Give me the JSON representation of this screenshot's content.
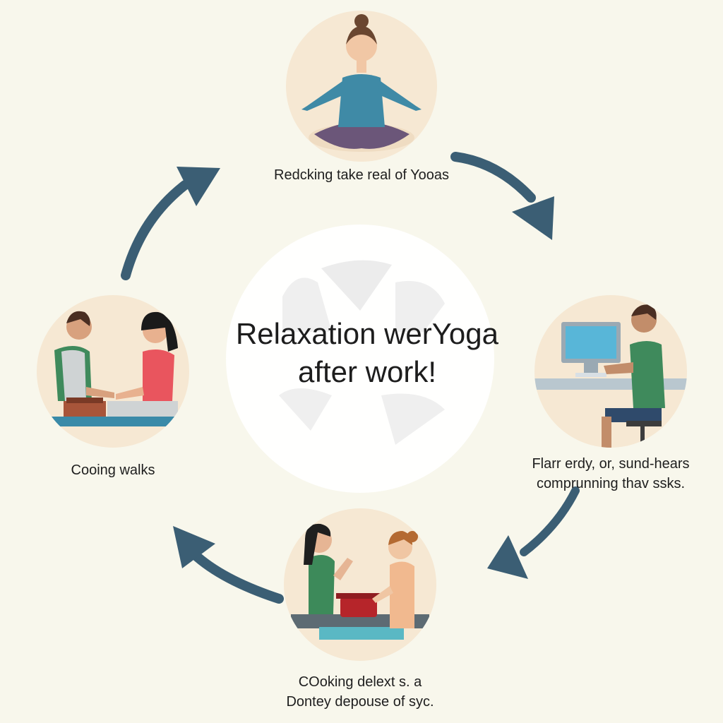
{
  "center": {
    "title_line1": "Relaxation werYoga",
    "title_line2": "after work!"
  },
  "nodes": [
    {
      "id": "yoga",
      "icon": "yoga-meditation-illustration",
      "caption": "Redcking take real of Yooas"
    },
    {
      "id": "computer",
      "icon": "computer-work-illustration",
      "caption_line1": "Flarr erdy, or, sund-hears",
      "caption_line2": "comprunning thav ssks."
    },
    {
      "id": "cooking",
      "icon": "cooking-together-illustration",
      "caption_line1": "COoking delext s. a",
      "caption_line2": "Dontey depouse of syc."
    },
    {
      "id": "couple",
      "icon": "couple-sitting-illustration",
      "caption": "Cooing walks"
    }
  ],
  "arrows": [
    "curved-arrow-icon",
    "curved-arrow-icon",
    "curved-arrow-icon",
    "curved-arrow-icon"
  ],
  "colors": {
    "arrow": "#3b5e74",
    "node_bg": "#f6e8d3",
    "background": "#f8f7ec"
  }
}
